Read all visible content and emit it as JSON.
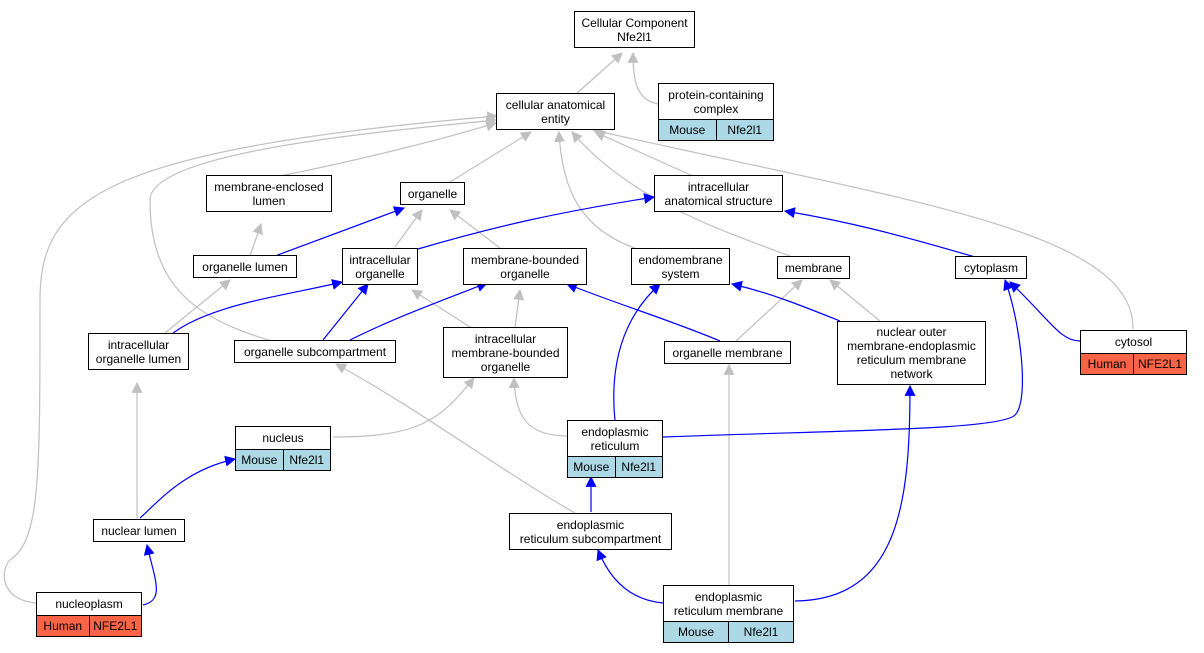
{
  "nodes": {
    "cc": "Cellular Component\nNfe2l1",
    "pcc": "protein-containing\ncomplex",
    "cae": "cellular anatomical\nentity",
    "mel": "membrane-enclosed\nlumen",
    "org": "organelle",
    "ias": "intracellular\nanatomical structure",
    "orgl": "organelle lumen",
    "io": "intracellular\norganelle",
    "mbo": "membrane-bounded\norganelle",
    "ems": "endomembrane\nsystem",
    "mem": "membrane",
    "cyt": "cytoplasm",
    "iol": "intracellular\norganelle lumen",
    "osc": "organelle subcompartment",
    "imbo": "intracellular\nmembrane-bounded\norganelle",
    "om": "organelle membrane",
    "nom": "nuclear outer\nmembrane-endoplasmic\nreticulum membrane\nnetwork",
    "cytosol": "cytosol",
    "nuc": "nucleus",
    "er": "endoplasmic\nreticulum",
    "nl": "nuclear lumen",
    "ersc": "endoplasmic\nreticulum subcompartment",
    "np": "nucleoplasm",
    "erm": "endoplasmic\nreticulum membrane"
  },
  "annotations": {
    "pcc": [
      "Mouse",
      "Nfe2l1"
    ],
    "cytosol": [
      "Human",
      "NFE2L1"
    ],
    "nuc": [
      "Mouse",
      "Nfe2l1"
    ],
    "er": [
      "Mouse",
      "Nfe2l1"
    ],
    "np": [
      "Human",
      "NFE2L1"
    ],
    "erm": [
      "Mouse",
      "Nfe2l1"
    ]
  },
  "colors": {
    "is_a": "#c0c0c0",
    "part_of": "#0000ff",
    "mouse": "#add8e6",
    "human": "#fa6446"
  }
}
